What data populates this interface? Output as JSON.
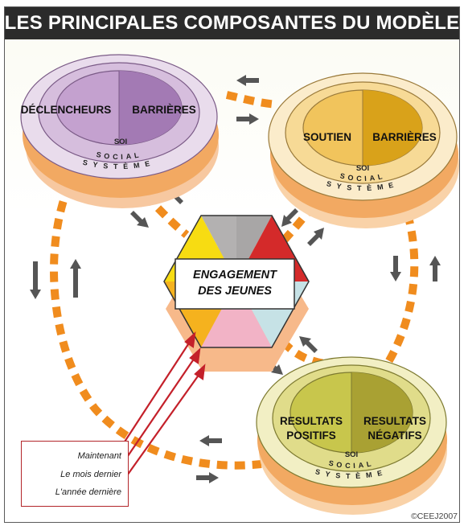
{
  "title": "LES PRINCIPALES COMPOSANTES DU MODÈLE",
  "circles": {
    "top_left": {
      "left_label": "DÉCLENCHEURS",
      "right_label": "BARRIÈRES",
      "inner": "SOI",
      "middle": "SOCIAL",
      "outer": "SYSTÈME"
    },
    "top_right": {
      "left_label": "SOUTIEN",
      "right_label": "BARRIÈRES",
      "inner": "SOI",
      "middle": "SOCIAL",
      "outer": "SYSTÈME"
    },
    "bottom_right": {
      "left_label_1": "RESULTATS",
      "left_label_2": "POSITIFS",
      "right_label_1": "RESULTATS",
      "right_label_2": "NÉGATIFS",
      "inner": "SOI",
      "middle": "SOCIAL",
      "outer": "SYSTÈME"
    }
  },
  "center": {
    "line1": "ENGAGEMENT",
    "line2": "DES JEUNES"
  },
  "legend": {
    "items": [
      "Maintenant",
      "Le mois dernier",
      "L'année dernière"
    ]
  },
  "copyright": "©CEEJ2007",
  "colors": {
    "path": "#f08c1e",
    "arrow": "#555555",
    "time_lines": "#c4202a"
  }
}
